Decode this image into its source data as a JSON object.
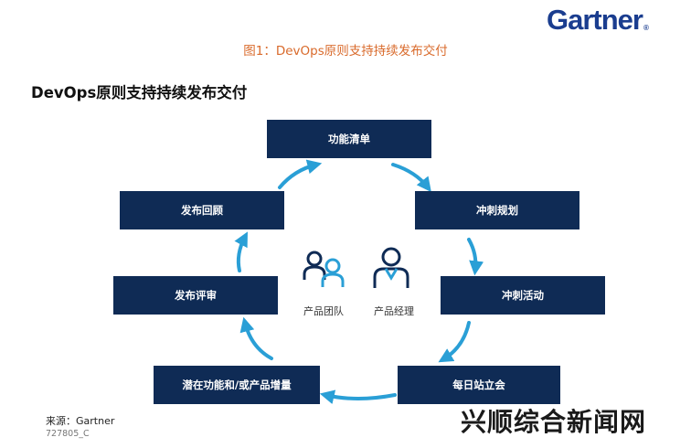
{
  "brand": {
    "logo_text": "Gartner",
    "logo_dot": "®",
    "accent_color": "#1a3d8f"
  },
  "figure_caption": "图1：DevOps原则支持持续发布交付",
  "heading": "DevOps原则支持持续发布交付",
  "colors": {
    "box": "#0f2b55",
    "arrow": "#2a9fd6",
    "caption": "#d96a2b"
  },
  "cycle": [
    {
      "label": "功能清单"
    },
    {
      "label": "冲刺规划"
    },
    {
      "label": "冲刺活动"
    },
    {
      "label": "每日站立会"
    },
    {
      "label": "潜在功能和/或产品增量"
    },
    {
      "label": "发布评审"
    },
    {
      "label": "发布回顾"
    }
  ],
  "roles": [
    {
      "label": "产品团队",
      "icon": "team-icon"
    },
    {
      "label": "产品经理",
      "icon": "person-icon"
    }
  ],
  "source": "来源：Gartner",
  "code": "727805_C",
  "watermark": "兴顺综合新闻网"
}
